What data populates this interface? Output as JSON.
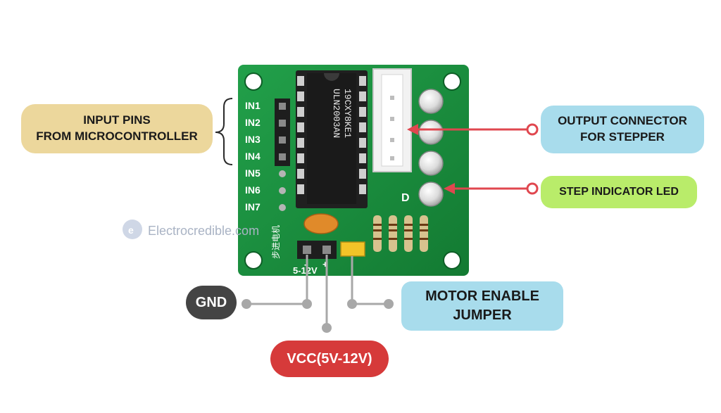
{
  "watermark": "Electrocredible.com",
  "board": {
    "pin_labels": [
      "IN1",
      "IN2",
      "IN3",
      "IN4",
      "IN5",
      "IN6",
      "IN7"
    ],
    "chip_line1": "19CXY8KE1",
    "chip_line2": "ULN2003AN",
    "led_marker": "D",
    "chinese_label": "步进电机",
    "minus_sign": "-",
    "plus_sign": "+",
    "voltage_label": "5-12V"
  },
  "callouts": {
    "input_pins": {
      "line1": "INPUT PINS",
      "line2": "FROM MICROCONTROLLER"
    },
    "output_connector": {
      "line1": "OUTPUT CONNECTOR",
      "line2": "FOR STEPPER"
    },
    "step_led": "STEP INDICATOR LED",
    "motor_enable": {
      "line1": "MOTOR ENABLE",
      "line2": "JUMPER"
    },
    "gnd": "GND",
    "vcc": "VCC(5V-12V)"
  },
  "colors": {
    "pcb_green": "#1a8a3a",
    "arrow_red": "#e0474f",
    "line_gray": "#a8a8a8",
    "input_callout": "#ecd79c",
    "output_callout": "#a8dcec",
    "led_callout": "#b9ec6a",
    "gnd_callout": "#444444",
    "vcc_callout": "#d63a3a"
  }
}
